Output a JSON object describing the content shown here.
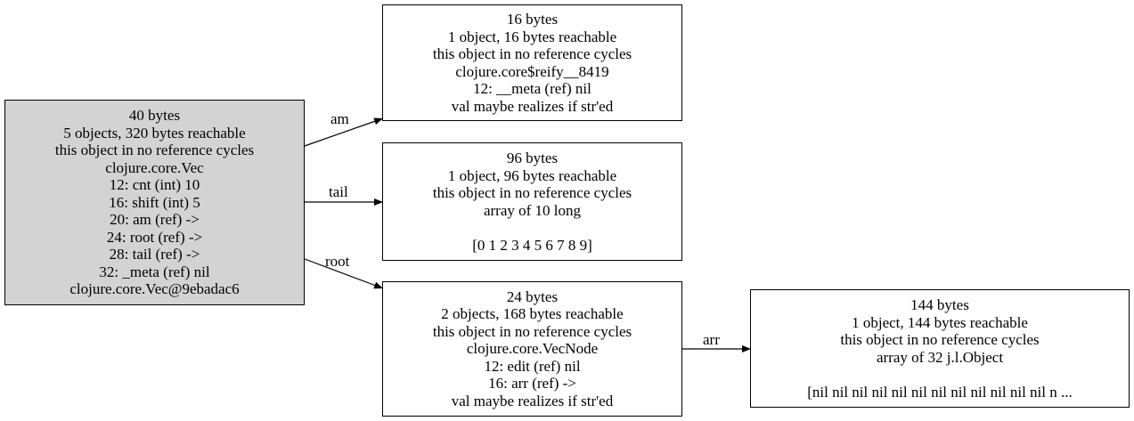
{
  "nodes": {
    "vec": {
      "lines": [
        "40 bytes",
        "5 objects, 320 bytes reachable",
        "this object in no reference cycles",
        "clojure.core.Vec",
        "12: cnt (int) 10",
        "16: shift (int) 5",
        "20: am (ref) ->",
        "24: root (ref) ->",
        "28: tail (ref) ->",
        "32: _meta (ref) nil",
        "clojure.core.Vec@9ebadac6"
      ],
      "fill": "#d3d3d3"
    },
    "reify": {
      "lines": [
        "16 bytes",
        "1 object, 16 bytes reachable",
        "this object in no reference cycles",
        "clojure.core$reify__8419",
        "12: __meta (ref) nil",
        "val maybe realizes if str'ed"
      ]
    },
    "long_array": {
      "lines": [
        "96 bytes",
        "1 object, 96 bytes reachable",
        "this object in no reference cycles",
        "array of 10 long",
        "",
        "[0 1 2 3 4 5 6 7 8 9]"
      ]
    },
    "vecnode": {
      "lines": [
        "24 bytes",
        "2 objects, 168 bytes reachable",
        "this object in no reference cycles",
        "clojure.core.VecNode",
        "12: edit (ref) nil",
        "16: arr (ref) ->",
        "val maybe realizes if str'ed"
      ]
    },
    "object_array": {
      "lines": [
        "144 bytes",
        "1 object, 144 bytes reachable",
        "this object in no reference cycles",
        "array of 32 j.l.Object",
        "",
        "[nil nil nil nil nil nil nil nil nil nil nil nil n ..."
      ]
    }
  },
  "edges": [
    {
      "from": "vec",
      "to": "reify",
      "label": "am"
    },
    {
      "from": "vec",
      "to": "long_array",
      "label": "tail"
    },
    {
      "from": "vec",
      "to": "vecnode",
      "label": "root"
    },
    {
      "from": "vecnode",
      "to": "object_array",
      "label": "arr"
    }
  ]
}
